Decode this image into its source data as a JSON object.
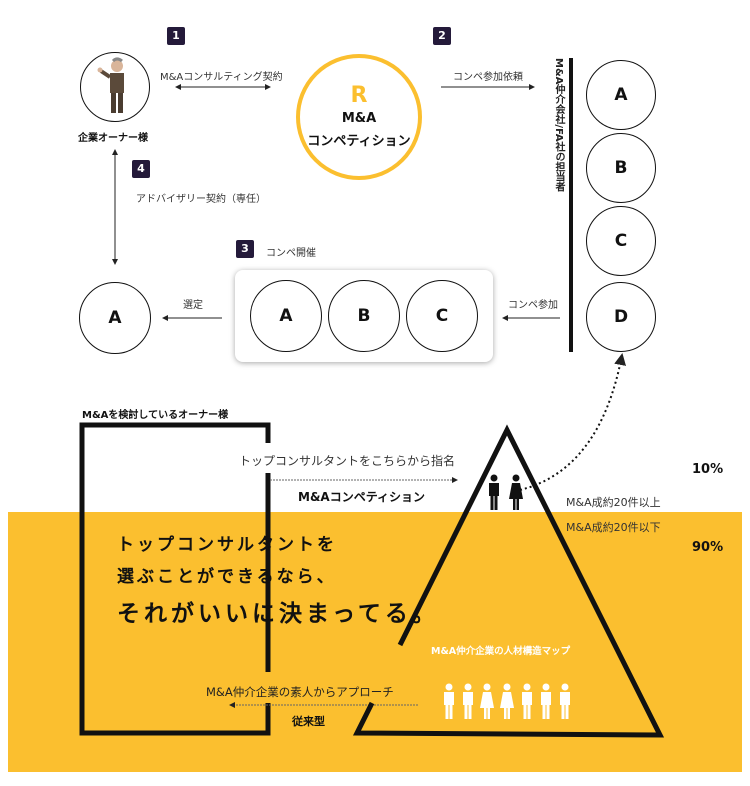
{
  "steps": [
    "1",
    "2",
    "3",
    "4"
  ],
  "owner": {
    "label": "企業オーナー様"
  },
  "contracts": {
    "consulting": "M&Aコンサルティング契約",
    "participation_request": "コンペ参加依頼",
    "advisory": "アドバイザリー契約（専任）",
    "competition_held": "コンペ開催",
    "participation": "コンペ参加",
    "selection": "選定"
  },
  "center": {
    "logo": "R",
    "line1": "M&A",
    "line2": "コンペティション"
  },
  "agents_label": "M&A仲介会社/FA社の担当者",
  "agents": [
    "A",
    "B",
    "C",
    "D"
  ],
  "competition_candidates": [
    "A",
    "B",
    "C"
  ],
  "selected": "A",
  "lower": {
    "owner_label": "M&Aを検討しているオーナー様",
    "top_nominate": "トップコンサルタントをこちらから指名",
    "competition": "M&Aコンペティション",
    "headline1": "トップコンサルタントを",
    "headline2": "選ぶことができるなら、",
    "headline3": "それがいいに決まってる。",
    "map_label": "M&A仲介企業の人材構造マップ",
    "amateur_approach": "M&A仲介企業の素人からアプローチ",
    "conventional": "従来型",
    "top_pct": "10%",
    "top_desc": "M&A成約20件以上",
    "bottom_desc": "M&A成約20件以下",
    "bottom_pct": "90%"
  },
  "colors": {
    "accent": "#fbbf2f",
    "badge": "#241a3a"
  }
}
